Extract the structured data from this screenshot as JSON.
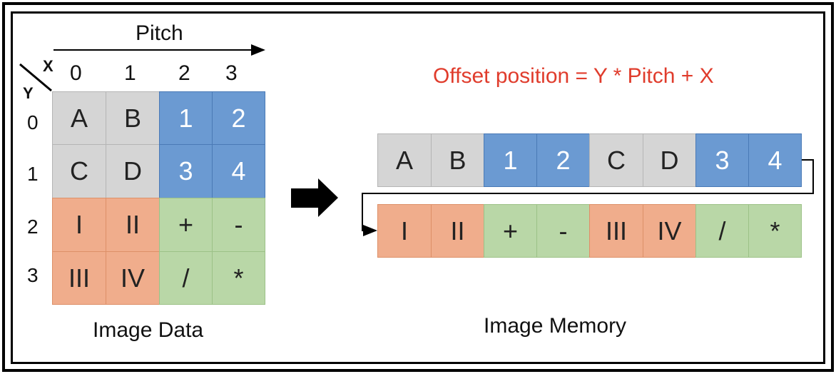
{
  "pitch_label": "Pitch",
  "x_axis_label": "X",
  "y_axis_label": "Y",
  "col_labels": [
    "0",
    "1",
    "2",
    "3"
  ],
  "row_labels": [
    "0",
    "1",
    "2",
    "3"
  ],
  "grid_cells": [
    [
      "A",
      "B",
      "1",
      "2"
    ],
    [
      "C",
      "D",
      "3",
      "4"
    ],
    [
      "I",
      "II",
      "+",
      "-"
    ],
    [
      "III",
      "IV",
      "/",
      "*"
    ]
  ],
  "image_data_caption": "Image Data",
  "formula": "Offset position = Y * Pitch + X",
  "memory_row1": [
    "A",
    "B",
    "1",
    "2",
    "C",
    "D",
    "3",
    "4"
  ],
  "memory_row2": [
    "I",
    "II",
    "+",
    "-",
    "III",
    "IV",
    "/",
    "*"
  ],
  "image_memory_caption": "Image Memory",
  "colors": {
    "gray": "#d5d5d5",
    "blue": "#6b9ad2",
    "orange": "#f0ad8c",
    "green": "#b9d7a7",
    "formula": "#e03c2c"
  }
}
